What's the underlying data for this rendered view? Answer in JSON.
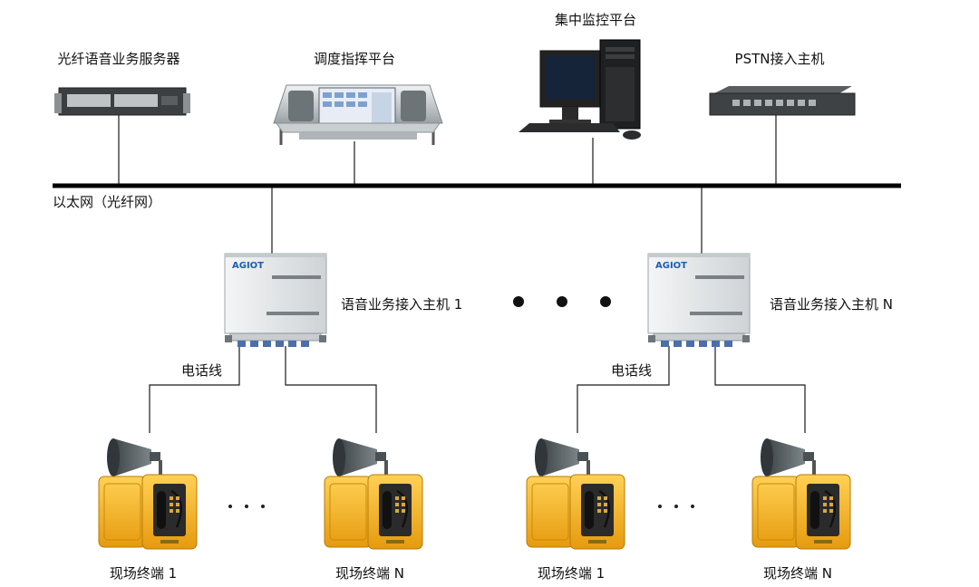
{
  "top_devices": {
    "voice_server": "光纤语音业务服务器",
    "dispatch_console": "调度指挥平台",
    "monitor_platform": "集中监控平台",
    "pstn_host": "PSTN接入主机"
  },
  "network": {
    "label": "以太网（光纤网）"
  },
  "access_hosts": [
    {
      "label": "语音业务接入主机 1",
      "brand": "AGIOT"
    },
    {
      "label": "语音业务接入主机 N",
      "brand": "AGIOT"
    }
  ],
  "phone_line_label": "电话线",
  "terminals": [
    {
      "label": "现场终端 1"
    },
    {
      "label": "现场终端 N"
    },
    {
      "label": "现场终端 1"
    },
    {
      "label": "现场终端 N"
    }
  ],
  "colors": {
    "line": "#1a1a1a",
    "terminal_yellow": "#f2b21b",
    "horn_gray": "#5b6266",
    "box_gray": "#e9ebec"
  }
}
